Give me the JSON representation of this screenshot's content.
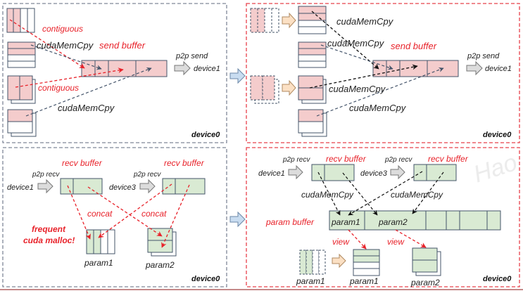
{
  "colors": {
    "pink_fill": "#f4cccc",
    "green_fill": "#d9ead3",
    "cell_stroke": "#44546a",
    "red": "#e8222a",
    "grey_dash": "#44546a",
    "left_panel_border": "#7f8798",
    "right_panel_border": "#e8404a",
    "grey_arrow": "#dcdcdc",
    "orange_arrow": "#fbe0c4",
    "blue_arrow": "#c8dcf0"
  },
  "panels": {
    "top_left": {
      "labels": {
        "contiguous_1": "contiguous",
        "contiguous_2": "contiguous",
        "cudamemcpy_1": "cudaMemCpy",
        "cudamemcpy_2": "cudaMemCpy",
        "send_buffer": "send buffer",
        "p2p_send": "p2p send",
        "target_device": "device1",
        "device": "device0"
      }
    },
    "top_right": {
      "labels": {
        "cudamemcpy_1": "cudaMemCpy",
        "cudamemcpy_2": "cudaMemCpy",
        "cudamemcpy_3": "cudaMemCpy",
        "cudamemcpy_4": "cudaMemCpy",
        "send_buffer": "send buffer",
        "p2p_send": "p2p send",
        "target_device": "device1",
        "device": "device0"
      }
    },
    "bottom_left": {
      "labels": {
        "recv_buffer_1": "recv buffer",
        "recv_buffer_2": "recv buffer",
        "p2p_recv_1": "p2p recv",
        "p2p_recv_2": "p2p recv",
        "source_device_1": "device1",
        "source_device_2": "device3",
        "concat_1": "concat",
        "concat_2": "concat",
        "warning_line1": "frequent",
        "warning_line2": "cuda malloc!",
        "param1": "param1",
        "param2": "param2",
        "device": "device0"
      }
    },
    "bottom_right": {
      "labels": {
        "recv_buffer_1": "recv buffer",
        "recv_buffer_2": "recv buffer",
        "p2p_recv_1": "p2p recv",
        "p2p_recv_2": "p2p recv",
        "source_device_1": "device1",
        "source_device_2": "device3",
        "cudamemcpy_1": "cudaMemCpy",
        "cudamemcpy_2": "cudaMemCpy",
        "param_buffer": "param buffer",
        "buffer_param1": "param1",
        "buffer_param2": "param2",
        "view_1": "view",
        "view_2": "view",
        "param1_a": "param1",
        "param1_b": "param1",
        "param2": "param2",
        "device": "device0"
      }
    }
  },
  "watermark": "Hao"
}
